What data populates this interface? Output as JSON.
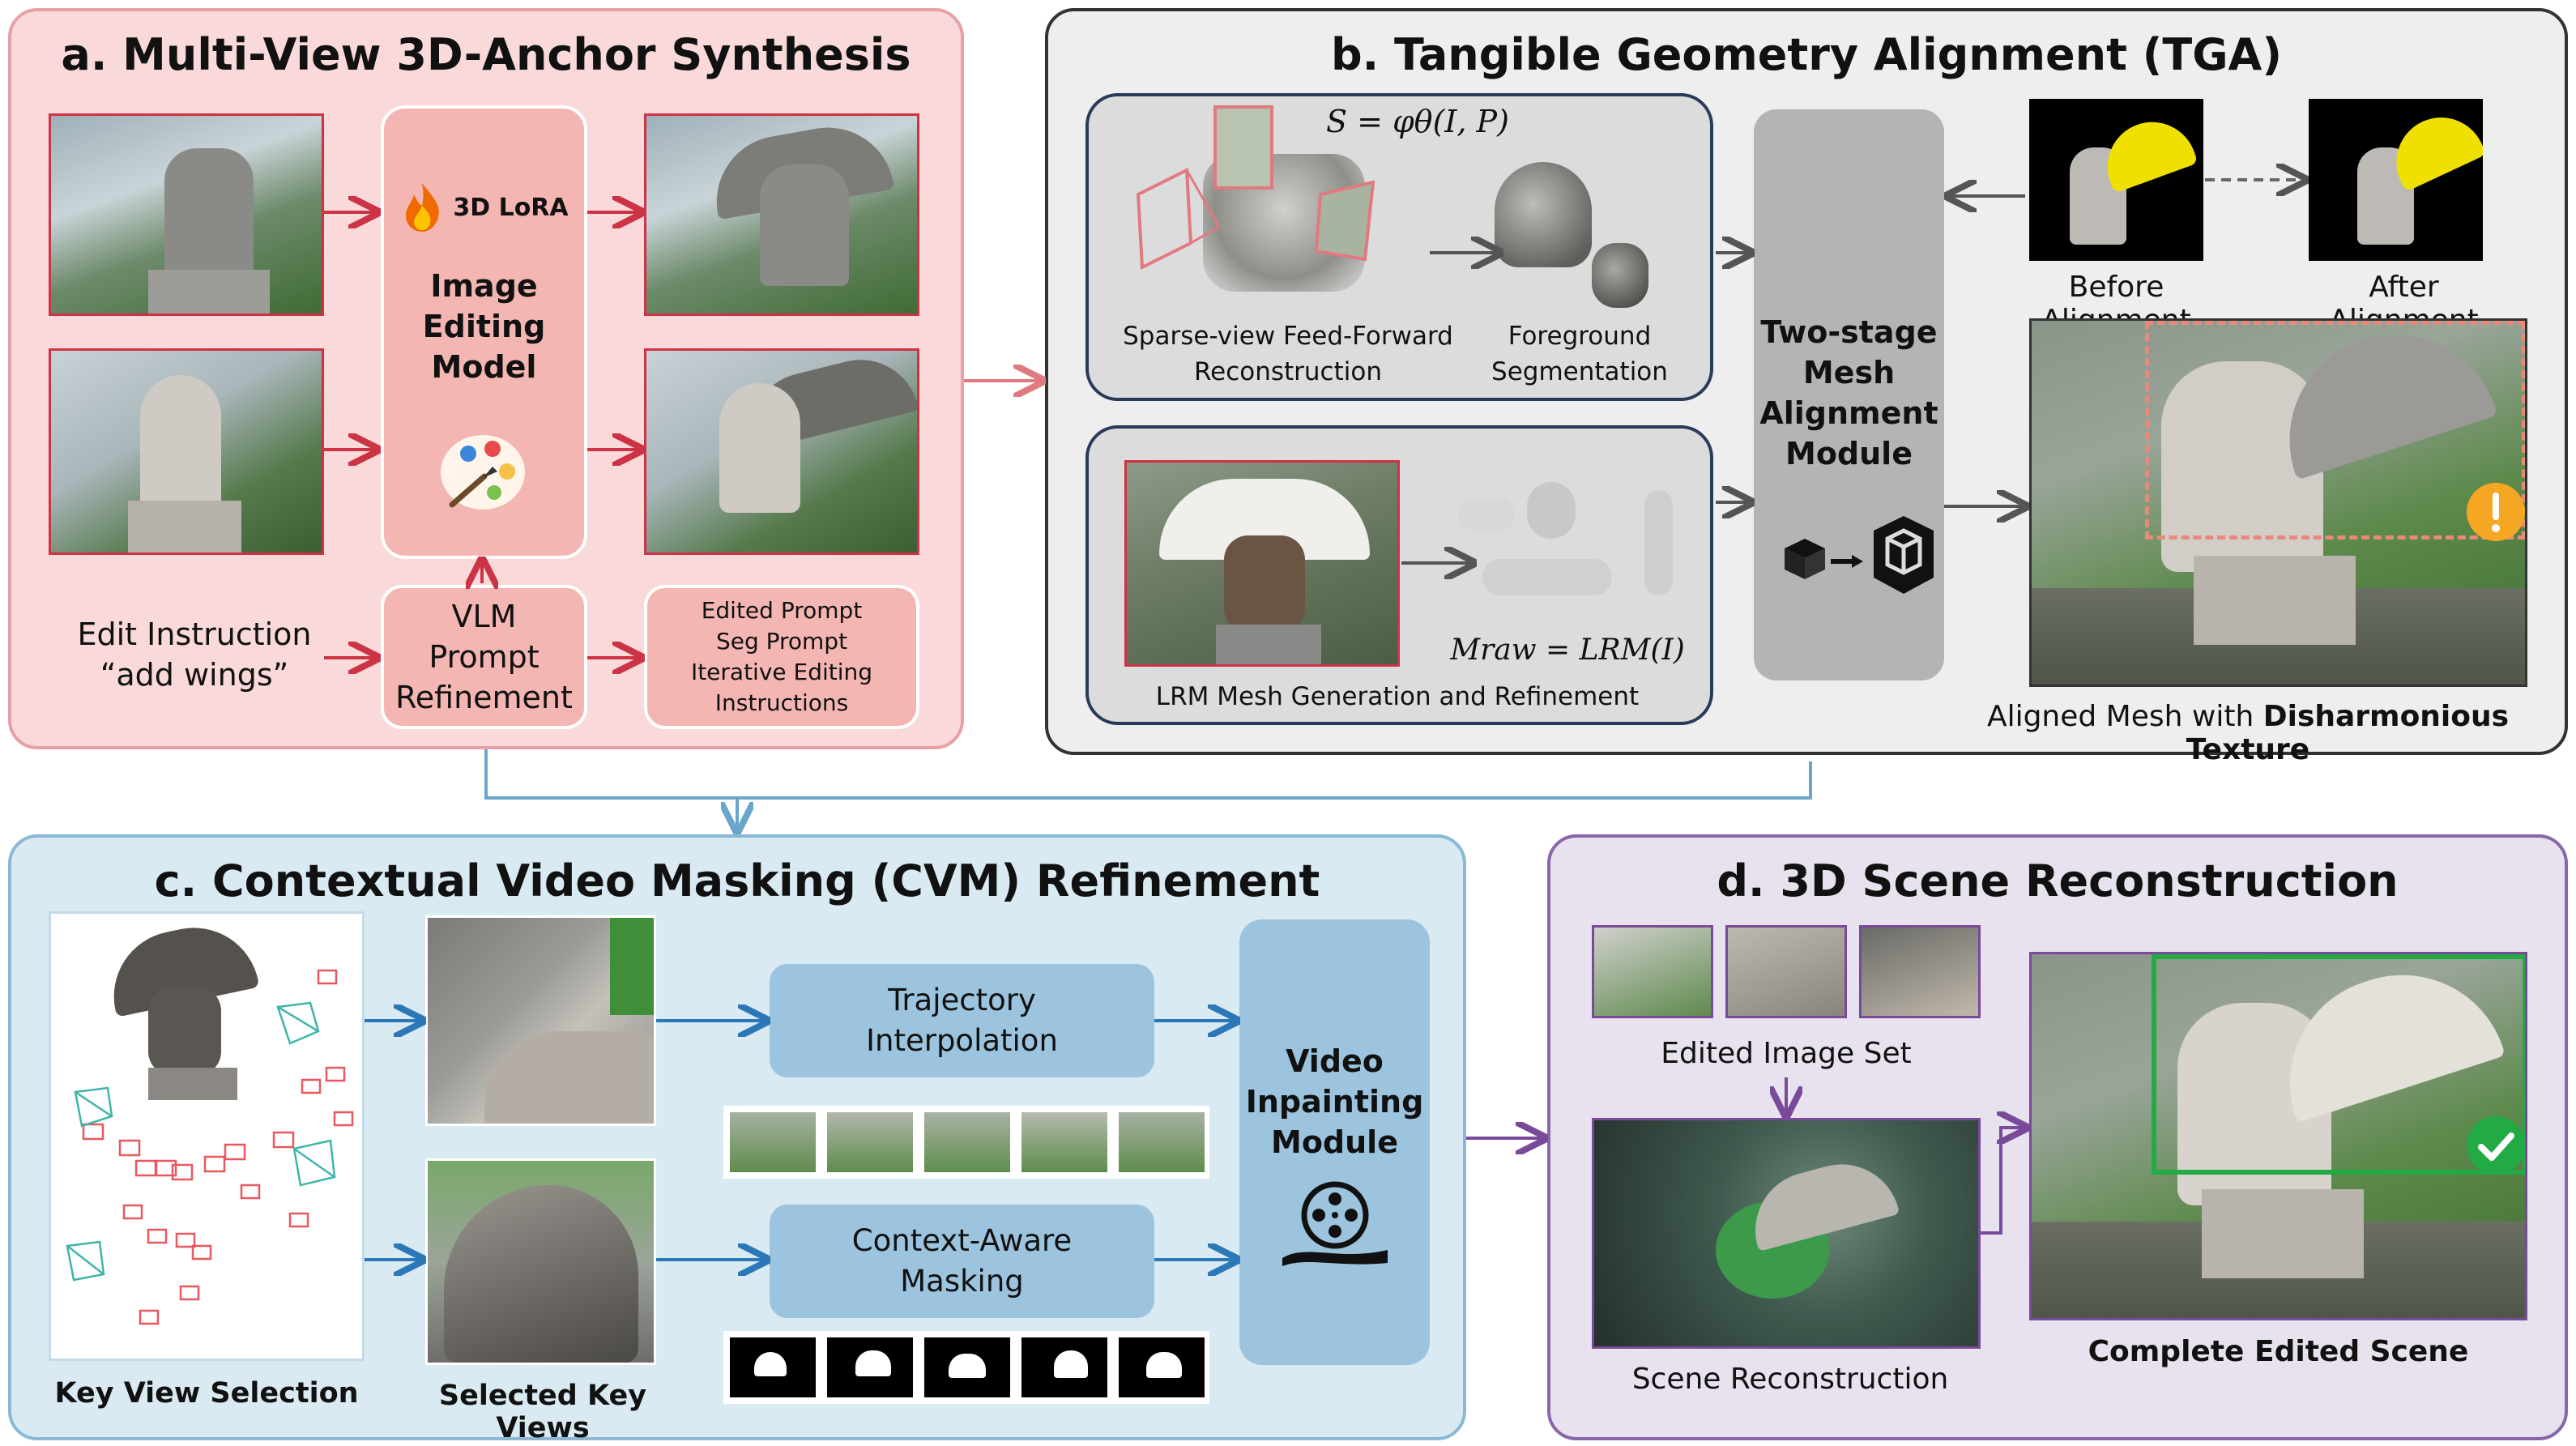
{
  "panel_a": {
    "title": "a. Multi-View 3D-Anchor Synthesis",
    "lora_label": "3D LoRA",
    "editing_model": [
      "Image",
      "Editing",
      "Model"
    ],
    "vlm": [
      "VLM",
      "Prompt",
      "Refinement"
    ],
    "instruction": [
      "Edit Instruction",
      "“add wings”"
    ],
    "outputs": [
      "Edited Prompt",
      "Seg Prompt",
      "Iterative Editing",
      "Instructions"
    ]
  },
  "panel_b": {
    "title": "b. Tangible Geometry Alignment (TGA)",
    "formula_s": "S = φθ(I, P)",
    "sparse_label": [
      "Sparse-view Feed-Forward",
      "Reconstruction"
    ],
    "foreground_label": [
      "Foreground",
      "Segmentation"
    ],
    "lrm_label": "LRM Mesh Generation and Refinement",
    "formula_m": "Mraw = LRM(I)",
    "module": [
      "Two-stage",
      "Mesh",
      "Alignment",
      "Module"
    ],
    "before": "Before Alignment",
    "after": "After Alignment",
    "aligned_prefix": "Aligned Mesh with ",
    "aligned_bold": "Disharmonious Texture"
  },
  "panel_c": {
    "title": "c. Contextual Video Masking (CVM) Refinement",
    "trajectory": [
      "Trajectory",
      "Interpolation"
    ],
    "masking": [
      "Context-Aware",
      "Masking"
    ],
    "inpainting": [
      "Video",
      "Inpainting",
      "Module"
    ],
    "key_view": "Key View Selection",
    "selected": "Selected Key Views"
  },
  "panel_d": {
    "title": "d. 3D Scene Reconstruction",
    "edited_set": "Edited Image Set",
    "scene_recon": "Scene Reconstruction",
    "complete": "Complete Edited Scene"
  },
  "colors": {
    "panel_a_fill": "#f9d9d9",
    "panel_a_border": "#e8a0a6",
    "panel_b_fill": "#eeeeee",
    "panel_b_border": "#333333",
    "panel_c_fill": "#daeaf3",
    "panel_c_border": "#8ab8d6",
    "panel_d_fill": "#e8e2ef",
    "panel_d_border": "#8866aa",
    "pink_box": "#f4b6b2",
    "blue_box": "#9cc4de",
    "gray_module": "#b4b4b4",
    "arrow_red": "#cc3344",
    "arrow_blue": "#2b77b8",
    "arrow_purple": "#7a4a9a",
    "mesh_yellow": "#f0e000",
    "warn_orange": "#f5a623",
    "ok_green": "#22aa44"
  }
}
